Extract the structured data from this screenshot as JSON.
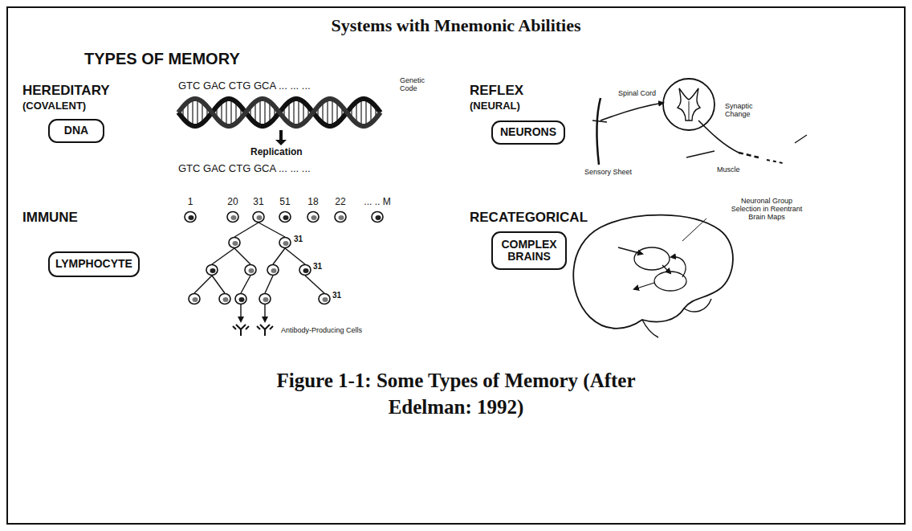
{
  "diagram": {
    "title": "Systems with Mnemonic Abilities",
    "caption": "Figure 1-1: Some Types of Memory (After Edelman: 1992)",
    "nodes": [
      {
        "text": [
          "DNA"
        ]
      },
      {
        "text": [
          "NEURONS"
        ]
      },
      {
        "text": [
          "LYMPHOCYTE"
        ]
      },
      {
        "text": [
          "COMPLEX BRAINS"
        ]
      }
    ],
    "labels": [
      "TYPES OF MEMORY",
      "HEREDITARY",
      "(COVALENT)",
      "GTC GAC CTG GCA ... ... ...",
      "Genetic Code",
      "Replication",
      "GTC GAC CTG GCA ... ... ...",
      "REFLEX",
      "(NEURAL)",
      "Spinal Cord",
      "Synaptic Change",
      "Sensory Sheet",
      "Muscle",
      "IMMUNE",
      "1",
      "20",
      "31",
      "51",
      "18",
      "22",
      "... .. M",
      "31",
      "31",
      "31",
      "Antibody-Producing Cells",
      "RECATEGORICAL",
      "Neuronal Group Selection in Reentrant Brain Maps"
    ]
  }
}
